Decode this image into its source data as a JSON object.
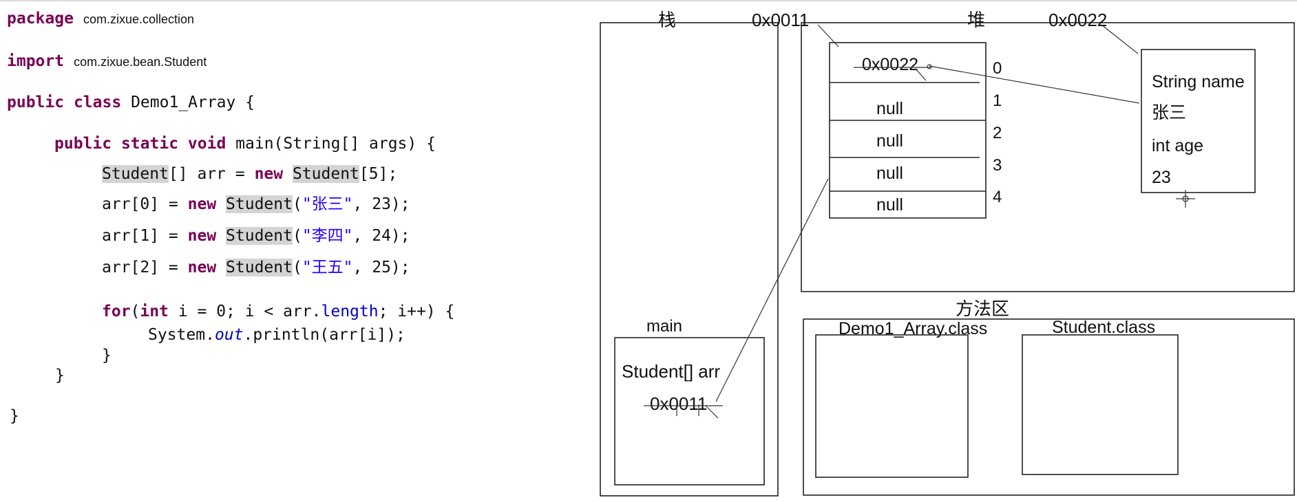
{
  "code": {
    "package_kw": "package",
    "package_name": "com.zixue.collection",
    "import_kw": "import",
    "import_name": "com.zixue.bean.Student",
    "kw_public": "public",
    "kw_class": "class",
    "class_name": "Demo1_Array {",
    "kw_static": "static",
    "kw_void": "void",
    "main_sig": "main(String[] args) {",
    "student_type": "Student",
    "decl_mid": "[] arr = ",
    "kw_new": "new",
    "decl_end": "[5];",
    "assign0": "arr[0] = ",
    "assign1": "arr[1] = ",
    "assign2": "arr[2] = ",
    "paren_open": "(",
    "name0": "\"张三\"",
    "name1": "\"李四\"",
    "name2": "\"王五\"",
    "age0": ", 23);",
    "age1": ", 24);",
    "age2": ", 25);",
    "kw_for": "for",
    "kw_int": "int",
    "for_mid1": " i = 0; i < arr.",
    "for_length": "length",
    "for_end": "; i++) {",
    "println_pre": "System.",
    "println_out": "out",
    "println_post": ".println(arr[i]);",
    "brace_close": "}"
  },
  "diagram": {
    "stack_label": "栈",
    "stack_addr": "0x0011",
    "heap_label": "堆",
    "heap_addr": "0x0022",
    "method_area_label": "方法区",
    "array_cells": [
      "0x0022",
      "null",
      "null",
      "null",
      "null"
    ],
    "array_indices": [
      "0",
      "1",
      "2",
      "3",
      "4"
    ],
    "student_fields": [
      "String name",
      "张三",
      "int age",
      "23"
    ],
    "main_frame_label": "main",
    "main_var": "Student[] arr",
    "main_var_value": "0x0011",
    "class_demo": "Demo1_Array.class",
    "class_student": "Student.class"
  },
  "colors": {
    "keyword": "#7a0055",
    "string": "#2a00ff",
    "field": "#0000c0",
    "highlight": "#d4d4d4"
  }
}
